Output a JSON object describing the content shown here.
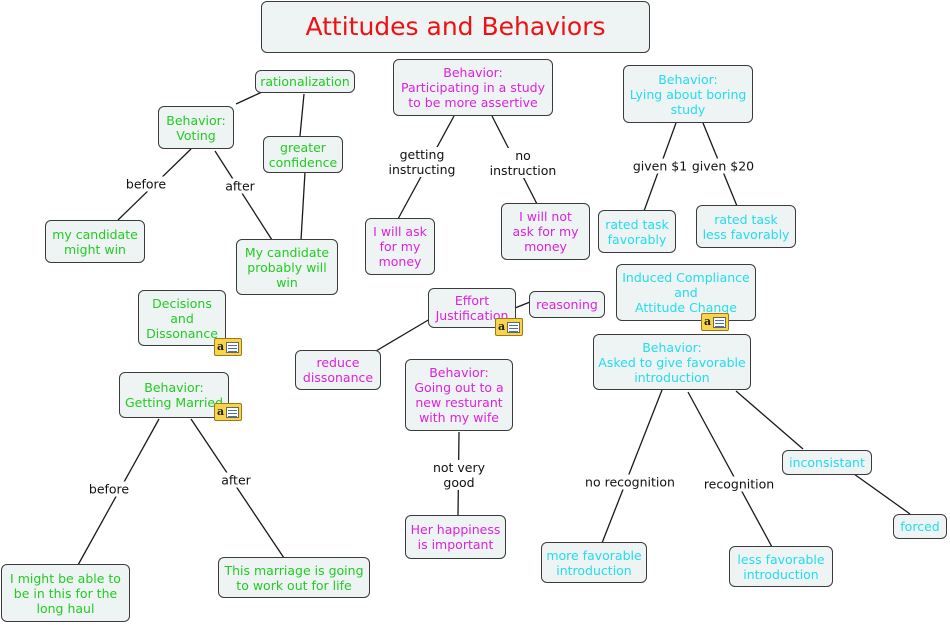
{
  "colors": {
    "green": "#22cc22",
    "magenta": "#dd22dd",
    "cyan": "#22ddee",
    "red": "#ee1111"
  },
  "nodes": {
    "title": "Attitudes and Behaviors",
    "rationalization": "rationalization",
    "voting": "Behavior:\nVoting",
    "greater_confidence": "greater\nconfidence",
    "my_candidate_might_win": "my candidate\nmight win",
    "my_candidate_probably_win": "My candidate\nprobably will\nwin",
    "assertive": "Behavior:\nParticipating in a study\nto be more assertive",
    "ask_money": "I will ask\nfor my\nmoney",
    "not_ask_money": "I will not\nask for my\nmoney",
    "lying": "Behavior:\nLying about boring\nstudy",
    "rated_favorably": "rated task\nfavorably",
    "rated_less_favorably": "rated task\nless favorably",
    "decisions_dissonance": "Decisions\nand\nDissonance",
    "effort_justification": "Effort\nJustification",
    "reasoning": "reasoning",
    "induced_compliance": "Induced Compliance\nand\nAttitude Change",
    "getting_married": "Behavior:\nGetting Married",
    "reduce_dissonance": "reduce\ndissonance",
    "restaurant": "Behavior:\nGoing out to a\nnew resturant\nwith my wife",
    "favorable_intro": "Behavior:\nAsked to give favorable\nintroduction",
    "inconsistant": "inconsistant",
    "forced": "forced",
    "long_haul": "I might be able to\nbe in this for the\nlong haul",
    "marriage_work": "This marriage is going\nto work out for life",
    "her_happiness": "Her happiness\nis important",
    "more_favorable": "more favorable\nintroduction",
    "less_favorable": "less favorable\nintroduction"
  },
  "labels": {
    "before_voting": "before",
    "after_voting": "after",
    "getting_instructing": "getting\ninstructing",
    "no_instruction": "no\ninstruction",
    "given_1": "given $1",
    "given_20": "given $20",
    "before_married": "before",
    "after_married": "after",
    "not_very_good": "not very\ngood",
    "no_recognition": "no recognition",
    "recognition": "recognition"
  }
}
